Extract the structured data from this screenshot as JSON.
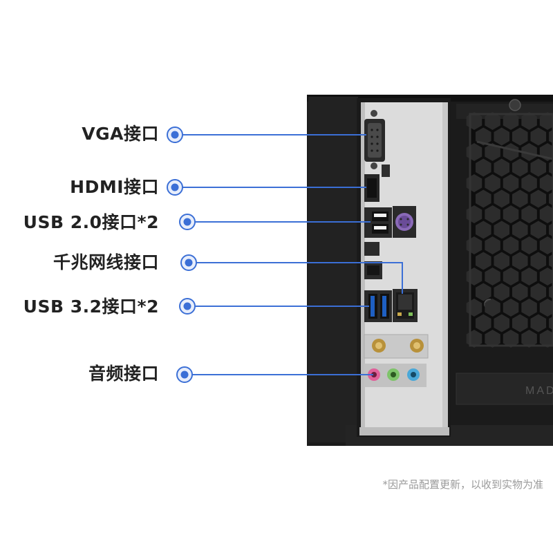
{
  "callouts": [
    {
      "label": "VGA接口"
    },
    {
      "label": "HDMI接口"
    },
    {
      "label": "USB 2.0接口*2"
    },
    {
      "label": "千兆网线接口"
    },
    {
      "label": "USB 3.2接口*2"
    },
    {
      "label": "音频接口"
    }
  ],
  "chassis_marking": "MADE",
  "footnote": "*因产品配置更新，以收到实物为准",
  "colors": {
    "callout_blue": "#3b6fd6",
    "label_text": "#222222",
    "footnote_text": "#9a9a9a",
    "chassis": "#1b1b1b",
    "io_shield": "#dcdcdc",
    "usb3_blue": "#1e5fc2",
    "audio_pink": "#e0609a",
    "audio_green": "#7ec46a",
    "audio_blue": "#4aa8d8",
    "ps2_purple": "#8a6ab8"
  }
}
